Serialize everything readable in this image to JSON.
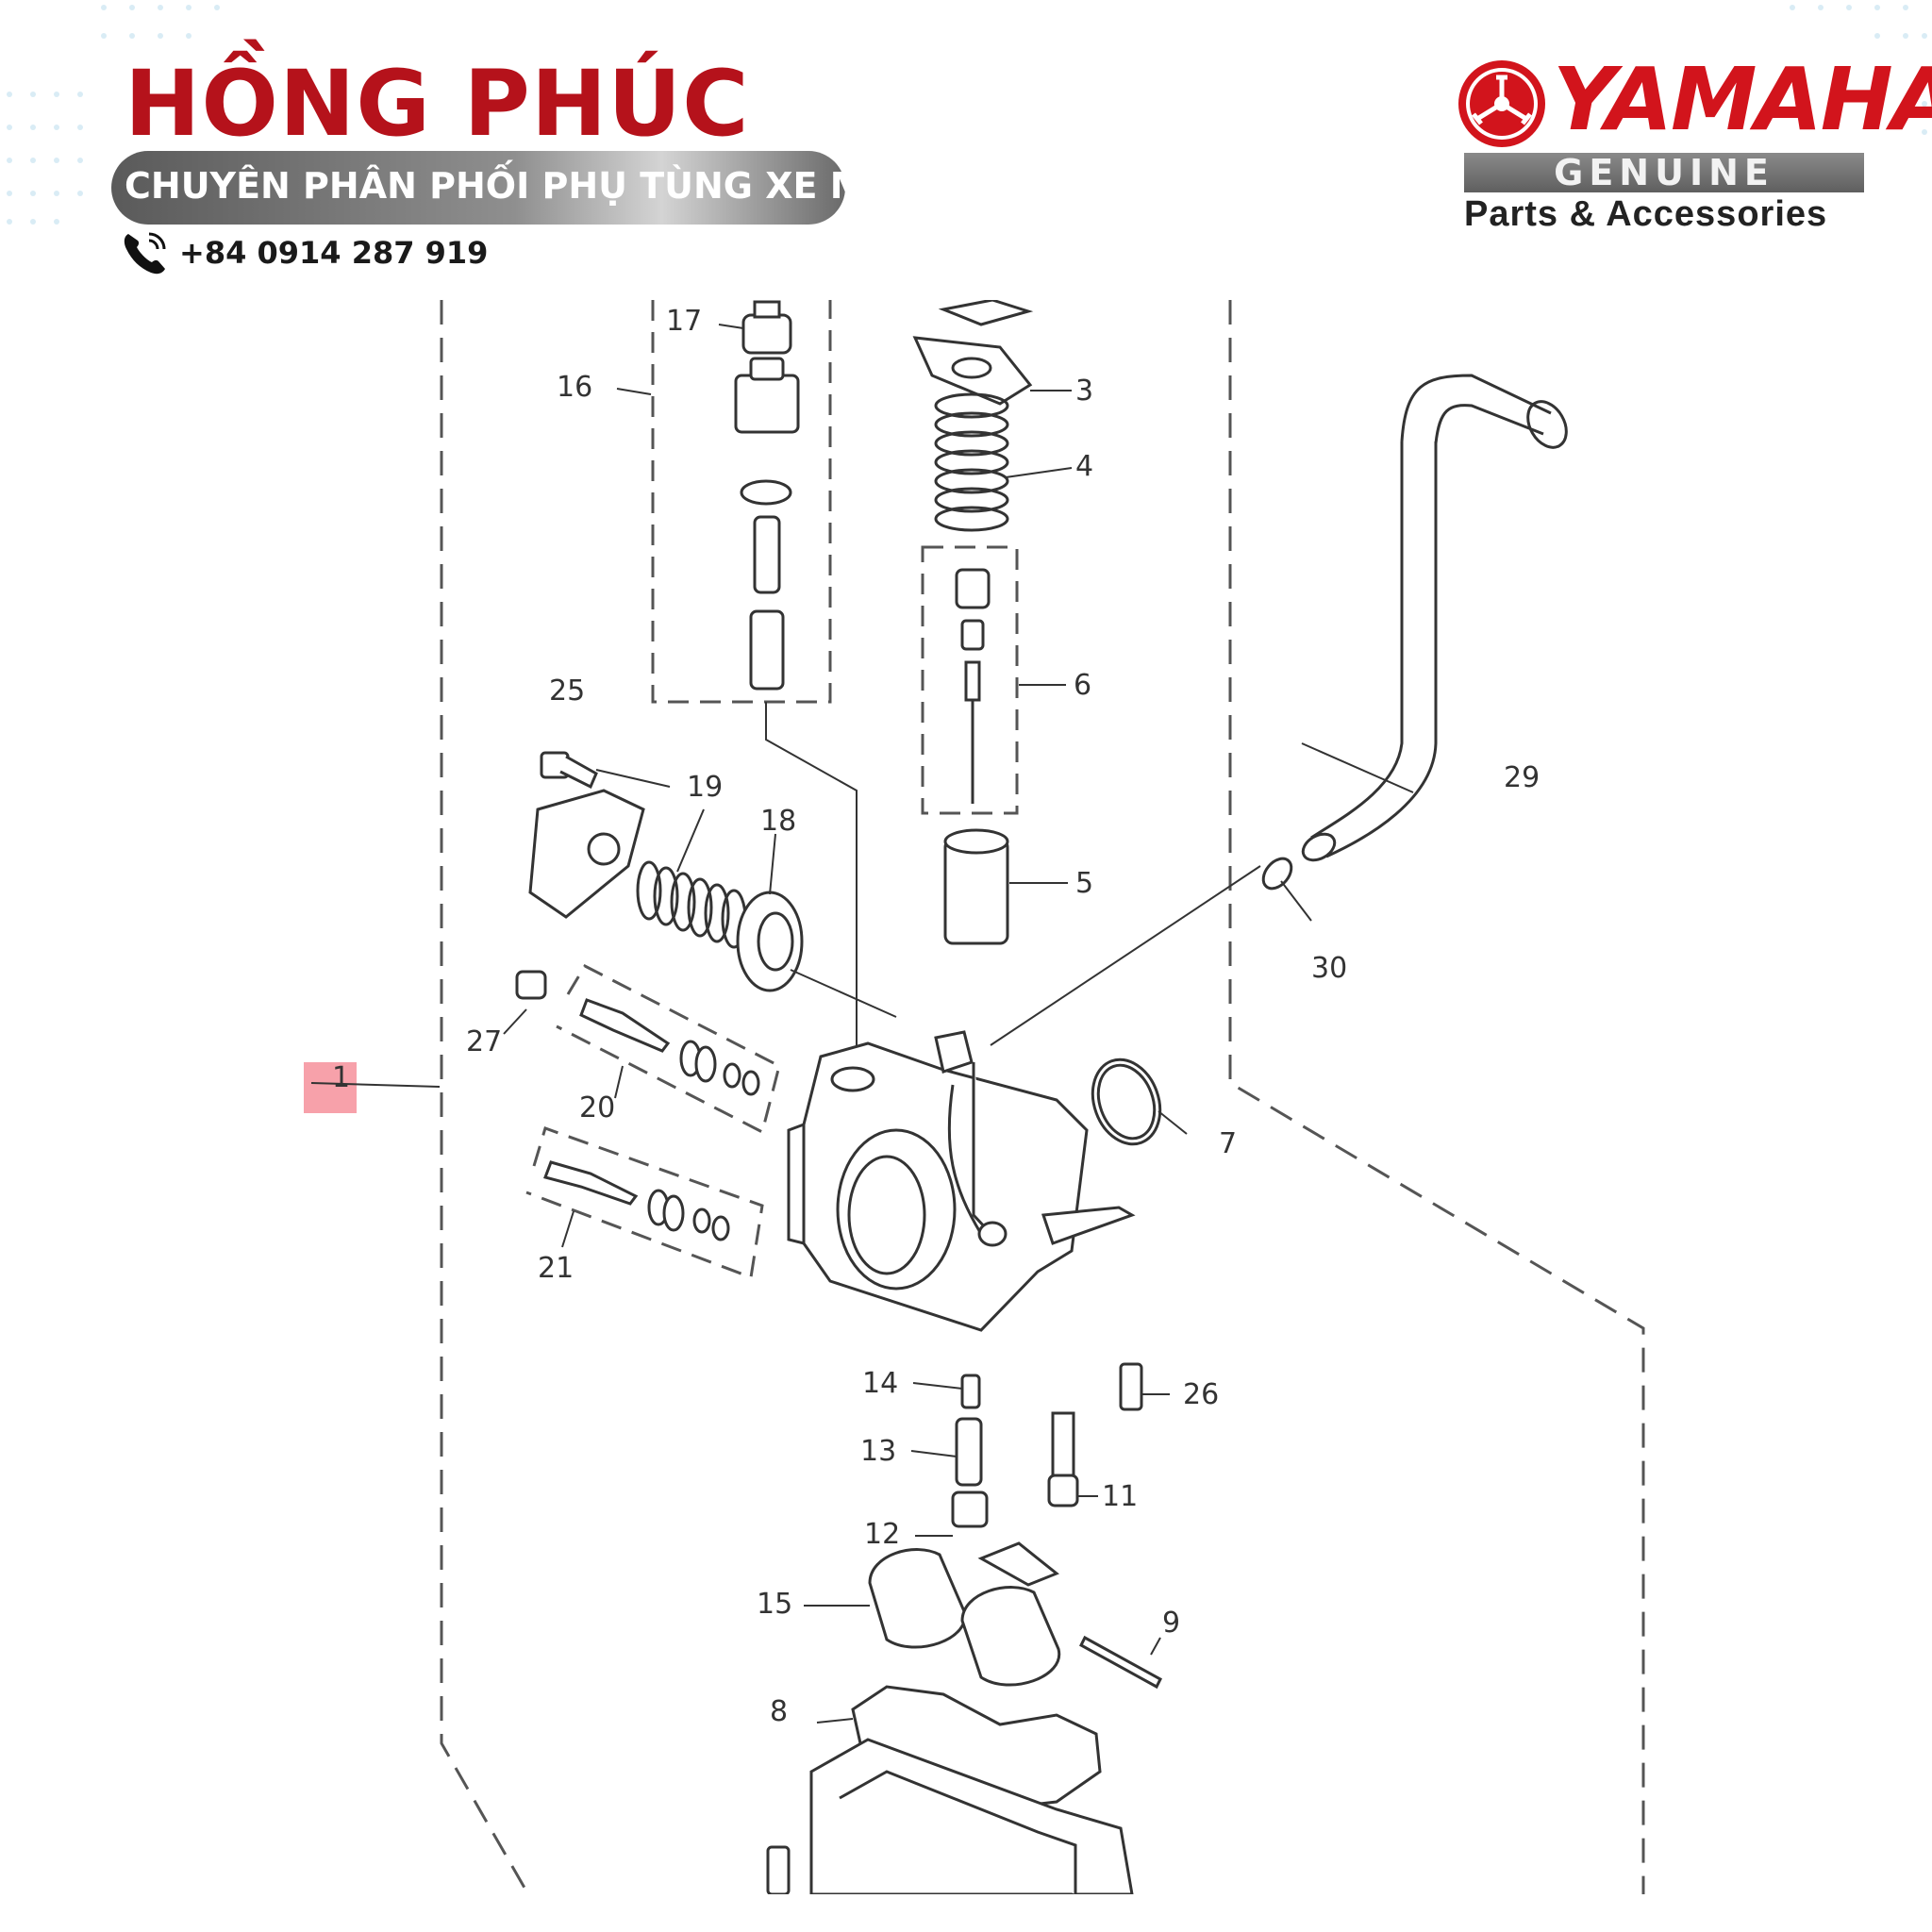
{
  "header": {
    "brand_name": "HỒNG PHÚC",
    "tagline": "CHUYÊN PHÂN PHỐI PHỤ TÙNG XE MÁY",
    "phone": "+84 0914 287 919"
  },
  "logo": {
    "wordmark": "YAMAHA",
    "genuine": "GENUINE",
    "subtitle": "Parts & Accessories"
  },
  "colors": {
    "brand_red": "#b5121b",
    "yamaha_red": "#d2141c",
    "highlight_pink": "#f7a1aa",
    "line_gray": "#444444"
  },
  "diagram": {
    "callouts": [
      "1",
      "3",
      "4",
      "5",
      "6",
      "7",
      "8",
      "9",
      "11",
      "12",
      "13",
      "14",
      "15",
      "16",
      "17",
      "18",
      "19",
      "20",
      "21",
      "25",
      "26",
      "27",
      "29",
      "30"
    ]
  }
}
